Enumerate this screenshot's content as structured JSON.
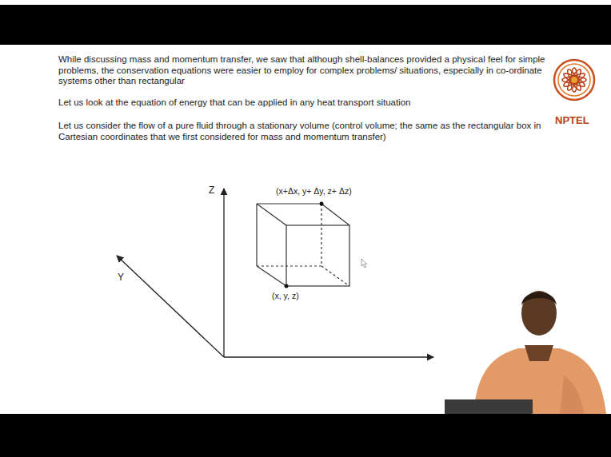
{
  "diagram": {
    "labels": [
      "While discussing mass and momentum transfer, we saw that although shell-balances provided a physical feel for simple problems, the conservation equations were easier to employ for complex problems/ situations, especially in co-ordinate systems other than rectangular",
      "Let us look at the equation of energy that can be applied in any heat transport situation",
      "Let us consider the flow of a pure fluid through a stationary volume (control volume; the same as the rectangular box in Cartesian coordinates that we first considered for mass and momentum transfer)",
      "NPTEL",
      "Z",
      "Y",
      "(x+Δx, y+ Δy, z+ Δz)",
      "(x, y, z)"
    ]
  }
}
